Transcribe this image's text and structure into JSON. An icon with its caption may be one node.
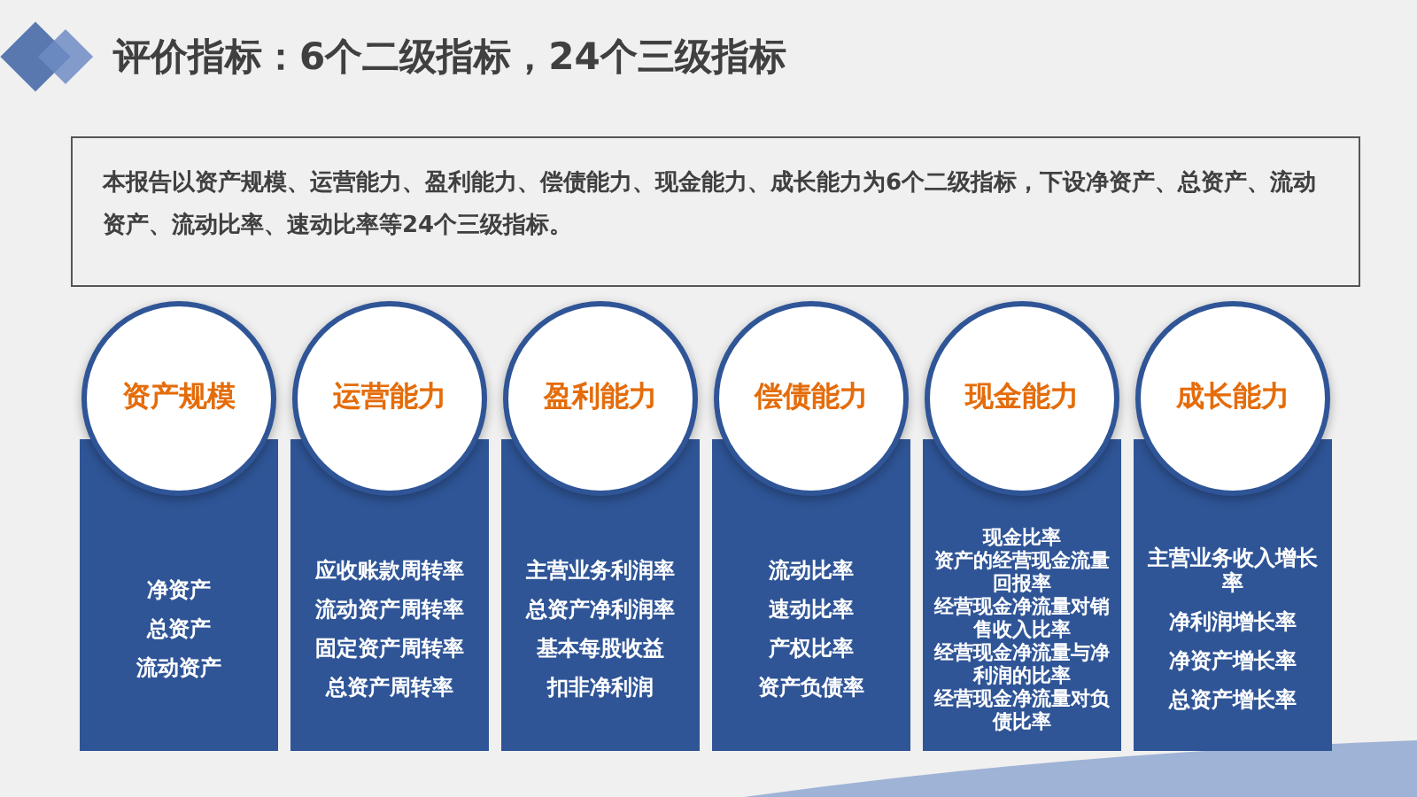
{
  "diagram": {
    "title": "评价指标：6个二级指标，24个三级指标",
    "nodes": [
      {
        "text": [
          "本报告以资产规模、运营能力、盈利能力、偿债能力、现金能力、成长能力为6个二级指标，下设净资产、总资产、流动资产、流动比率、速动比率等24个三级指标。"
        ]
      },
      {
        "text": [
          "资产规模",
          "净资产",
          "总资产",
          "流动资产"
        ]
      },
      {
        "text": [
          "运营能力",
          "应收账款周转率",
          "流动资产周转率",
          "固定资产周转率",
          "总资产周转率"
        ]
      },
      {
        "text": [
          "盈利能力",
          "主营业务利润率",
          "总资产净利润率",
          "基本每股收益",
          "扣非净利润"
        ]
      },
      {
        "text": [
          "偿债能力",
          "流动比率",
          "速动比率",
          "产权比率",
          "资产负债率"
        ]
      },
      {
        "text": [
          "现金能力",
          "现金比率",
          "资产的经营现金流量回报率",
          "经营现金净流量对销售收入比率",
          "经营现金净流量与净利润的比率",
          "经营现金净流量对负债比率"
        ]
      },
      {
        "text": [
          "成长能力",
          "主营业务收入增长率",
          "净利润增长率",
          "净资产增长率",
          "总资产增长率"
        ]
      }
    ]
  }
}
